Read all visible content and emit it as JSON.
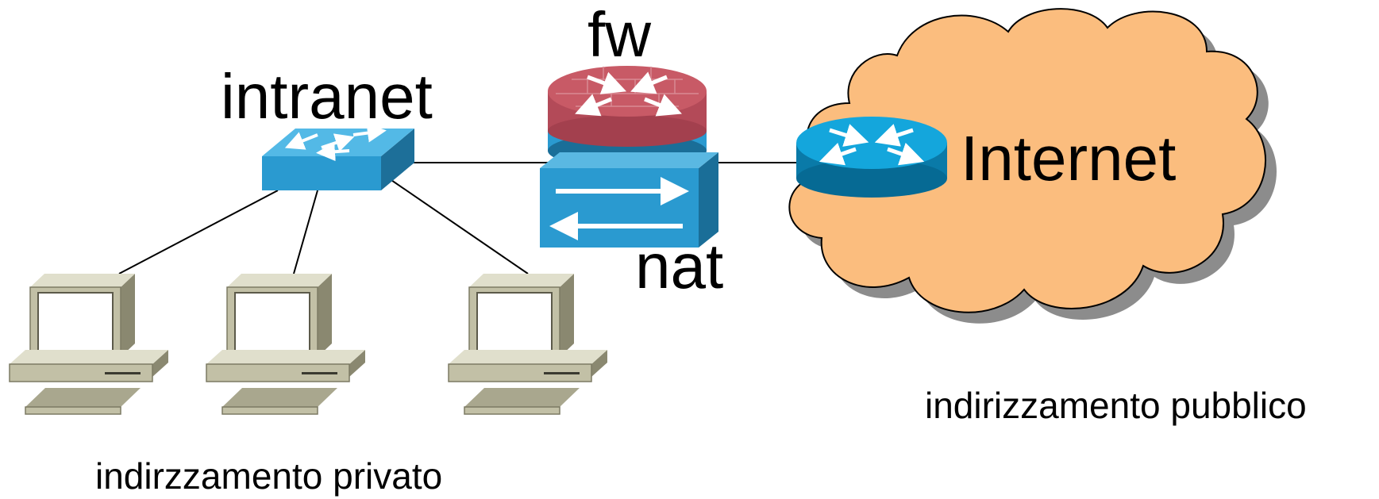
{
  "labels": {
    "intranet": "intranet",
    "firewall": "fw",
    "nat": "nat",
    "internet": "Internet",
    "private_addressing": "indirzzamento privato",
    "public_addressing": "indirizzamento pubblico"
  },
  "nodes": {
    "switch": "switch-icon",
    "firewall_router": "firewall-router-icon",
    "nat_device": "nat-device-icon",
    "edge_router": "router-icon",
    "cloud": "cloud-icon",
    "hosts": [
      "computer-icon",
      "computer-icon",
      "computer-icon"
    ]
  },
  "colors": {
    "device_blue": "#2a9ad0",
    "device_blue_dark": "#1a6e98",
    "firewall_red": "#c85a66",
    "cloud_fill": "#fbbd7e",
    "cloud_shadow": "#8c8c8c",
    "computer_beige": "#c2c0a6",
    "computer_dark": "#8a8870"
  }
}
